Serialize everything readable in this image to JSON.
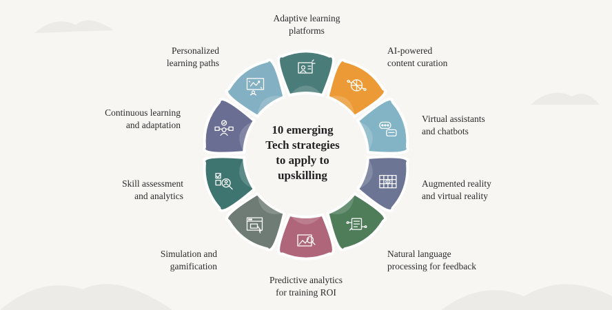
{
  "center_title": "10 emerging\nTech strategies\nto apply to\nupskilling",
  "items": [
    {
      "label": "Adaptive learning\nplatforms",
      "color": "#4a7c79",
      "icon": "presentation-board-icon"
    },
    {
      "label": "AI-powered\ncontent curation",
      "color": "#ec9a35",
      "icon": "ai-brain-icon"
    },
    {
      "label": "Virtual assistants\nand chatbots",
      "color": "#83b4c6",
      "icon": "chat-bubbles-icon"
    },
    {
      "label": "Augmented reality\nand virtual reality",
      "color": "#6c7594",
      "icon": "ar-vr-icon"
    },
    {
      "label": "Natural language\nprocessing for feedback",
      "color": "#4f7d5a",
      "icon": "nlp-feedback-icon"
    },
    {
      "label": "Predictive analytics\nfor training ROI",
      "color": "#b0667a",
      "icon": "analytics-magnifier-icon"
    },
    {
      "label": "Simulation and\ngamification",
      "color": "#6f7c76",
      "icon": "simulation-window-icon"
    },
    {
      "label": "Skill assessment\nand analytics",
      "color": "#3f7570",
      "icon": "skill-assessment-icon"
    },
    {
      "label": "Continuous learning\nand adaptation",
      "color": "#6a6e92",
      "icon": "continuous-learning-icon"
    },
    {
      "label": "Personalized\nlearning paths",
      "color": "#83b0c3",
      "icon": "learning-path-icon"
    }
  ]
}
